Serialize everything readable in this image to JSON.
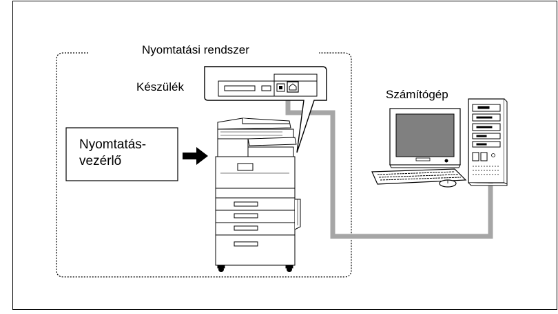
{
  "diagram": {
    "labels": {
      "printing_system": "Nyomtatási rendszer",
      "device": "Készülék",
      "computer": "Számítógép",
      "controller_line1": "Nyomtatás-",
      "controller_line2": "vezérlő"
    },
    "colors": {
      "cable": "#a6a6a6",
      "outline": "#000000",
      "background": "#ffffff"
    },
    "icons": [
      "printer-device-icon",
      "network-port-icon",
      "computer-tower-icon",
      "monitor-icon",
      "keyboard-icon",
      "mouse-icon",
      "arrow-right-icon"
    ]
  }
}
